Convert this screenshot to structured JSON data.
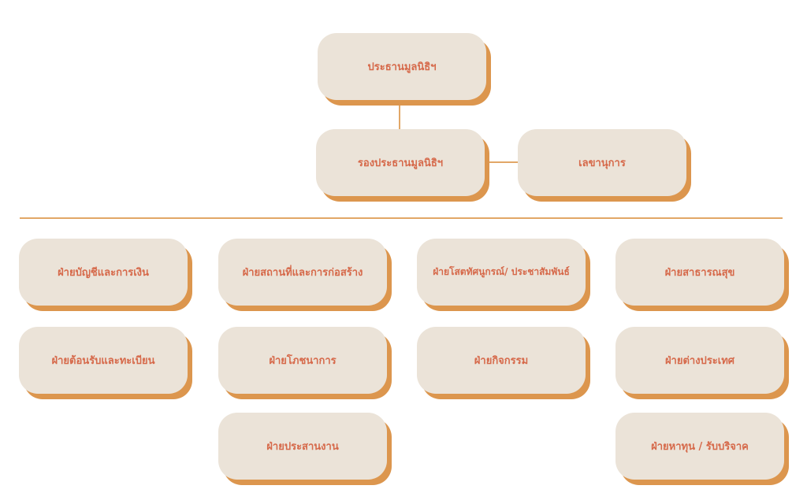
{
  "colors": {
    "box": "#ebe3d8",
    "shadow": "#dc964e",
    "text": "#d6694a",
    "line": "#e2a767"
  },
  "top": {
    "president": "ประธานมูลนิธิฯ",
    "vice_president": "รองประธานมูลนิธิฯ",
    "secretary": "เลขานุการ"
  },
  "departments": [
    {
      "label": "ฝ่ายบัญชีและการเงิน"
    },
    {
      "label": "ฝ่ายสถานที่และการก่อสร้าง"
    },
    {
      "label": "ฝ่ายโสตทัศนูกรณ์/ ประชาสัมพันธ์"
    },
    {
      "label": "ฝ่ายสาธารณสุข"
    },
    {
      "label": "ฝ่ายต้อนรับและทะเบียน"
    },
    {
      "label": "ฝ่ายโภชนาการ"
    },
    {
      "label": "ฝ่ายกิจกรรม"
    },
    {
      "label": "ฝ่ายต่างประเทศ"
    },
    {
      "label": "ฝ่ายประสานงาน"
    },
    {
      "label": "ฝ่ายหาทุน / รับบริจาค"
    }
  ]
}
